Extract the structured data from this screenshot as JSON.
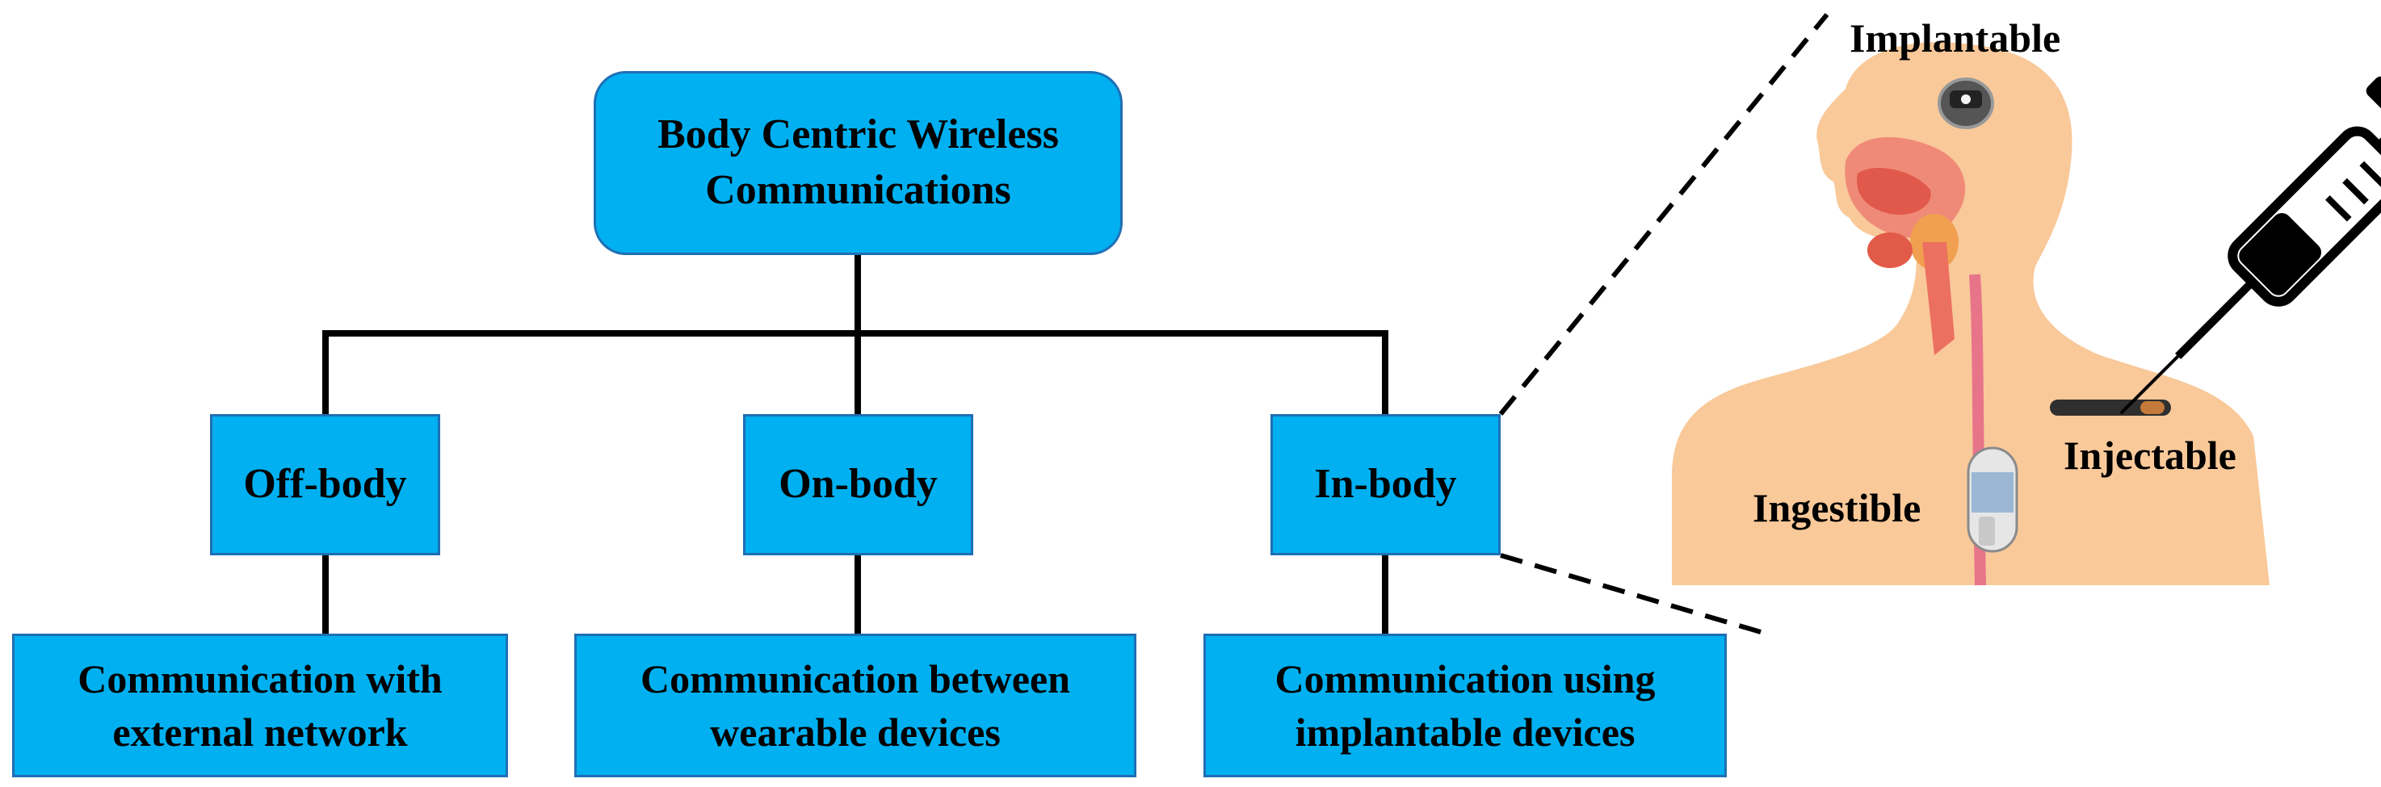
{
  "root": {
    "line1": "Body Centric Wireless",
    "line2": "Communications"
  },
  "categories": [
    {
      "label": "Off-body",
      "desc1": "Communication with",
      "desc2": "external network"
    },
    {
      "label": "On-body",
      "desc1": "Communication between",
      "desc2": "wearable devices"
    },
    {
      "label": "In-body",
      "desc1": "Communication using",
      "desc2": "implantable devices"
    }
  ],
  "illustration": {
    "implantable": "Implantable",
    "injectable": "Injectable",
    "ingestible": "Ingestible"
  },
  "colors": {
    "box_fill": "#00b0f0",
    "box_border": "#1f6fb5",
    "skin": "#f9c99a",
    "tube": "#e8748a"
  }
}
